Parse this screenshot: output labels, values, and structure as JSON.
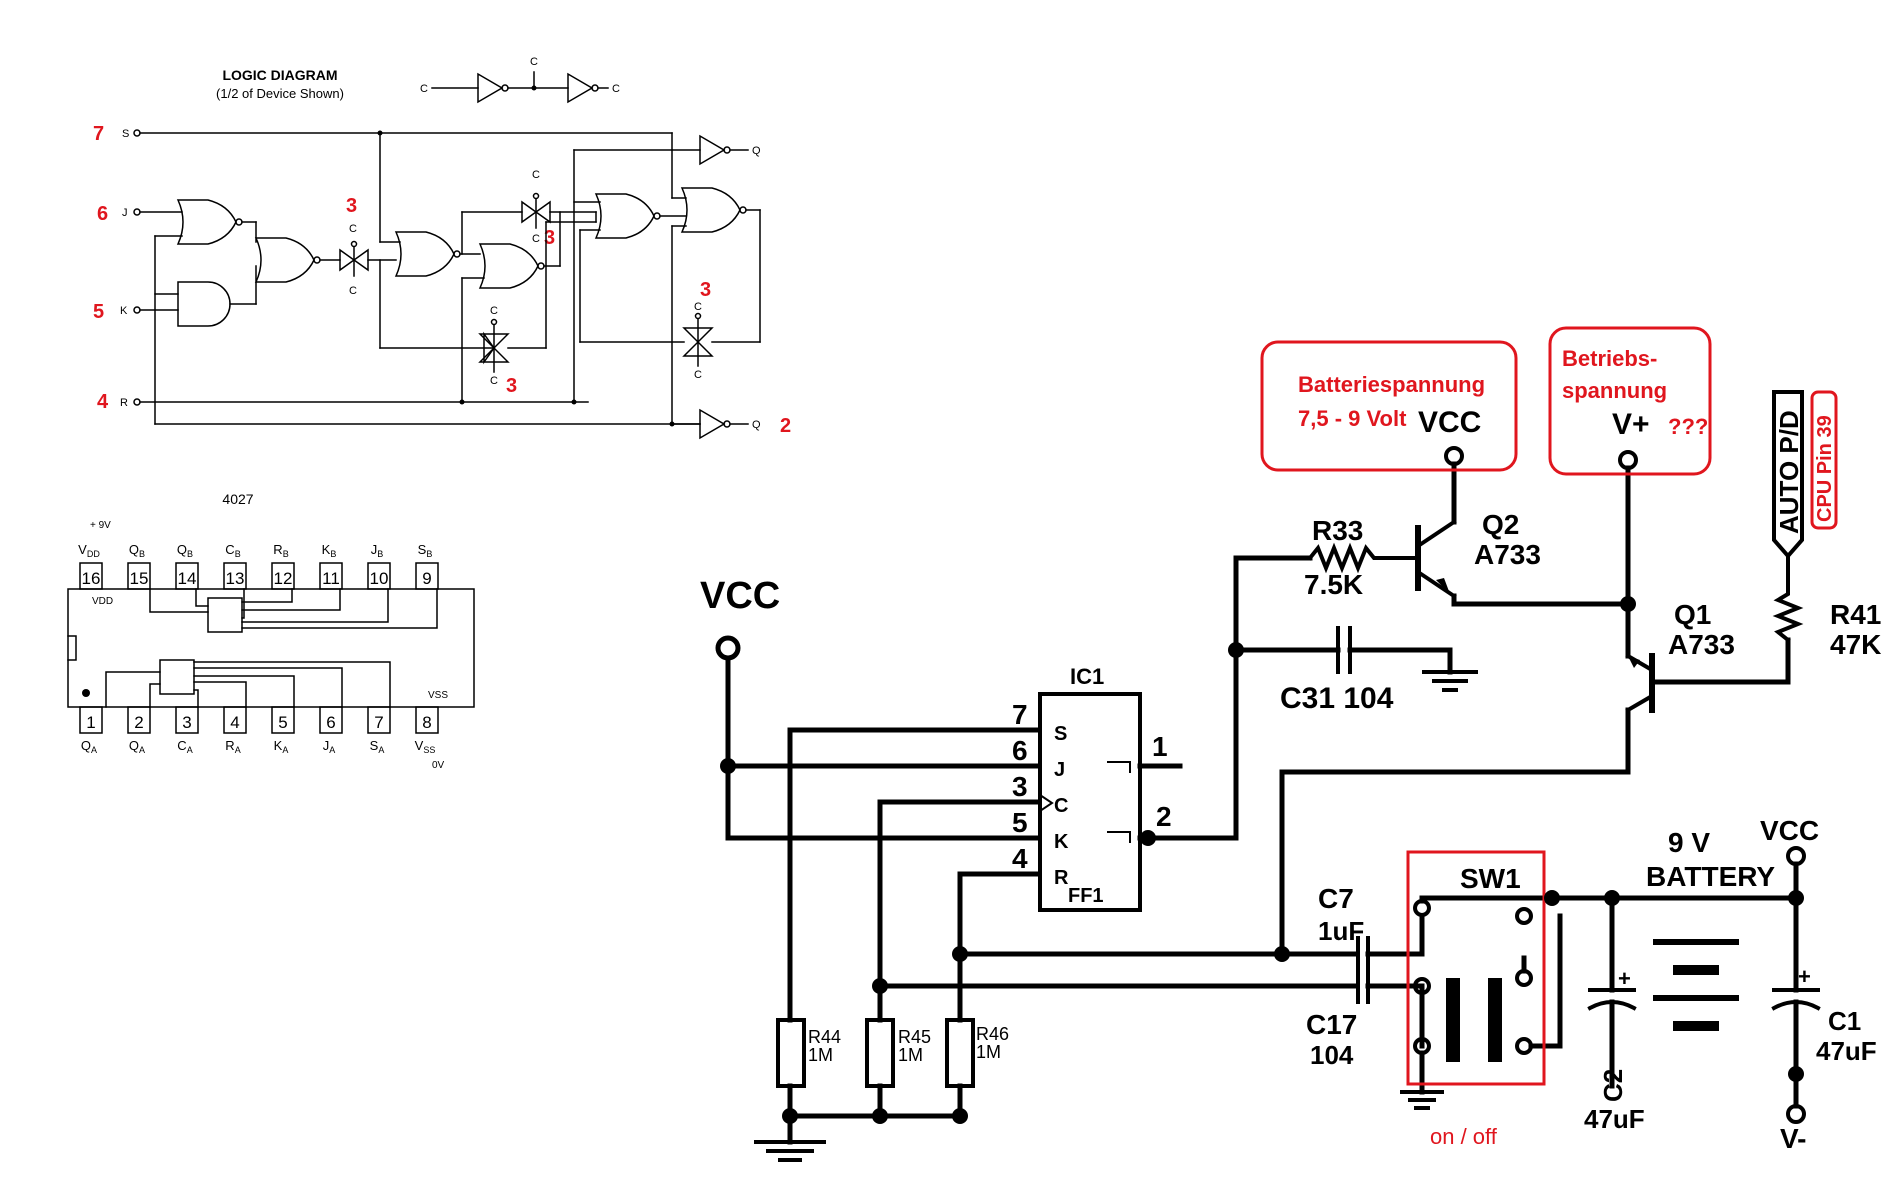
{
  "logic": {
    "title": "LOGIC DIAGRAM",
    "subtitle": "(1/2 of Device Shown)",
    "pins": {
      "S": "S",
      "J": "J",
      "K": "K",
      "R": "R"
    },
    "outputs": {
      "Q": "Q",
      "Qbar": "Q"
    },
    "clock": "C",
    "clock_bar": "C",
    "pin_numbers": {
      "S": "7",
      "J": "6",
      "K": "5",
      "R": "4",
      "Qbar": "2",
      "C": "3"
    }
  },
  "ic4027": {
    "title": "4027",
    "supply": "+ 9V",
    "vdd": "VDD",
    "vss": "VSS",
    "ground": "0V",
    "top_pins": [
      {
        "num": "16",
        "name": "V",
        "sub": "DD"
      },
      {
        "num": "15",
        "name": "Q",
        "sub": "B"
      },
      {
        "num": "14",
        "name": "Q",
        "sub": "B"
      },
      {
        "num": "13",
        "name": "C",
        "sub": "B"
      },
      {
        "num": "12",
        "name": "R",
        "sub": "B"
      },
      {
        "num": "11",
        "name": "K",
        "sub": "B"
      },
      {
        "num": "10",
        "name": "J",
        "sub": "B"
      },
      {
        "num": "9",
        "name": "S",
        "sub": "B"
      }
    ],
    "bottom_pins": [
      {
        "num": "1",
        "name": "Q",
        "sub": "A"
      },
      {
        "num": "2",
        "name": "Q",
        "sub": "A"
      },
      {
        "num": "3",
        "name": "C",
        "sub": "A"
      },
      {
        "num": "4",
        "name": "R",
        "sub": "A"
      },
      {
        "num": "5",
        "name": "K",
        "sub": "A"
      },
      {
        "num": "6",
        "name": "J",
        "sub": "A"
      },
      {
        "num": "7",
        "name": "S",
        "sub": "A"
      },
      {
        "num": "8",
        "name": "V",
        "sub": "SS"
      }
    ]
  },
  "schematic": {
    "vcc_left": "VCC",
    "ic": {
      "name": "IC1",
      "ff": "FF1",
      "pins": [
        {
          "num": "7",
          "label": "S"
        },
        {
          "num": "6",
          "label": "J"
        },
        {
          "num": "3",
          "label": "C"
        },
        {
          "num": "5",
          "label": "K"
        },
        {
          "num": "4",
          "label": "R"
        }
      ],
      "out1": "1",
      "out2": "2"
    },
    "resistors": [
      {
        "name": "R44",
        "value": "1M"
      },
      {
        "name": "R45",
        "value": "1M"
      },
      {
        "name": "R46",
        "value": "1M"
      }
    ],
    "r33": {
      "name": "R33",
      "value": "7.5K"
    },
    "c31": {
      "label": "C31 104"
    },
    "q2": {
      "name": "Q2",
      "type": "A733"
    },
    "q1": {
      "name": "Q1",
      "type": "A733"
    },
    "r41": {
      "name": "R41",
      "value": "47K"
    },
    "auto_pd": "AUTO P/D",
    "cpu_pin": "CPU Pin 39",
    "vcc_supply": "VCC",
    "v_plus": "V+",
    "question": "???",
    "c7": {
      "name": "C7",
      "value": "1uF"
    },
    "c17": {
      "name": "C17",
      "value": "104"
    },
    "sw1": "SW1",
    "battery": {
      "volt": "9 V",
      "label": "BATTERY"
    },
    "vcc_right": "VCC",
    "c2": {
      "name": "C2",
      "value": "47uF"
    },
    "c1": {
      "name": "C1",
      "value": "47uF"
    },
    "v_minus": "V-",
    "note_battery": [
      "Batteriespannung",
      "7,5 - 9 Volt"
    ],
    "note_operating": [
      "Betriebs-",
      "spannung"
    ],
    "note_switch": "on / off"
  },
  "colors": {
    "annotation": "#e0161e",
    "wire": "#000000"
  }
}
